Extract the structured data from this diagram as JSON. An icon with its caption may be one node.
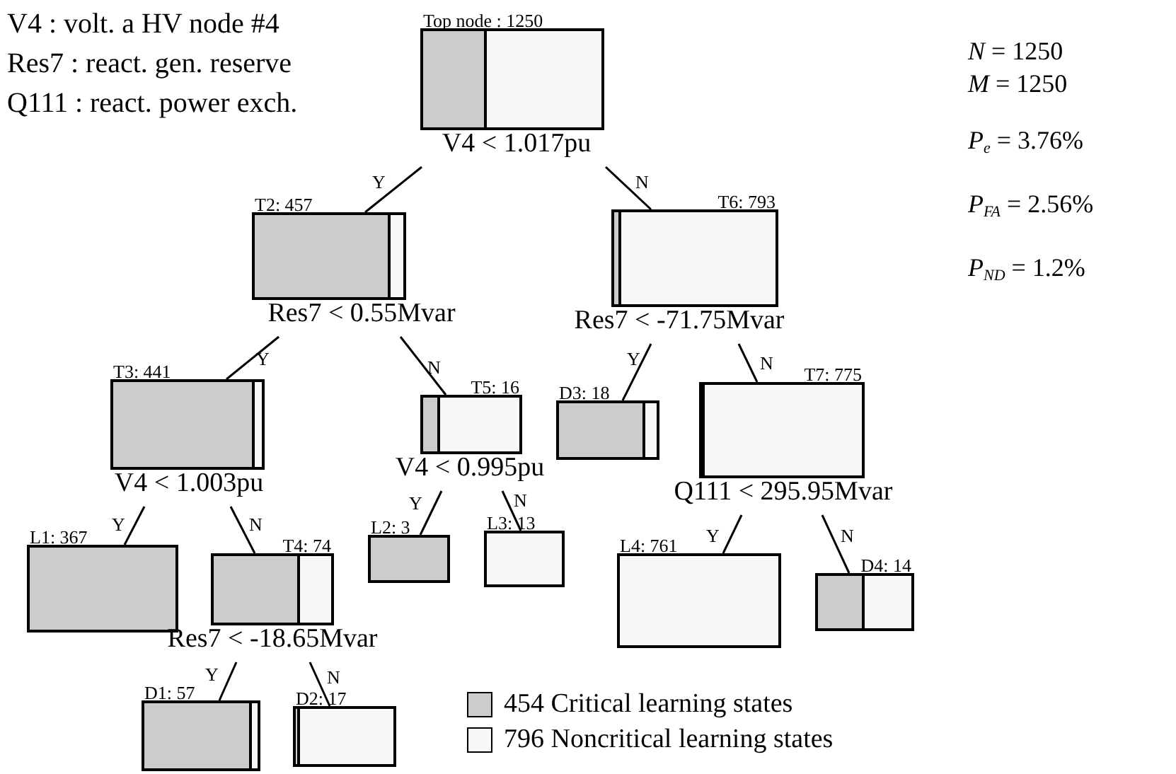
{
  "diagram": {
    "nodes": [
      {
        "text": [
          "Top node : 1250",
          "V4 < 1.017pu"
        ]
      },
      {
        "text": [
          "T2: 457",
          "Res7 < 0.55Mvar"
        ]
      },
      {
        "text": [
          "T6: 793",
          "Res7 < -71.75Mvar"
        ]
      },
      {
        "text": [
          "T3: 441",
          "V4 < 1.003pu"
        ]
      },
      {
        "text": [
          "T5: 16",
          "V4 < 0.995pu"
        ]
      },
      {
        "text": [
          "D3: 18"
        ]
      },
      {
        "text": [
          "T7: 775",
          "Q111 < 295.95Mvar"
        ]
      },
      {
        "text": [
          "L1: 367"
        ]
      },
      {
        "text": [
          "T4: 74",
          "Res7 < -18.65Mvar"
        ]
      },
      {
        "text": [
          "L2: 3"
        ]
      },
      {
        "text": [
          "L3: 13"
        ]
      },
      {
        "text": [
          "L4: 761"
        ]
      },
      {
        "text": [
          "D4: 14"
        ]
      },
      {
        "text": [
          "D1: 57"
        ]
      },
      {
        "text": [
          "D2: 17"
        ]
      }
    ],
    "edges": [
      {
        "from": 0,
        "to": 1,
        "arrow": "none",
        "label": "Y"
      },
      {
        "from": 0,
        "to": 2,
        "arrow": "none",
        "label": "N"
      },
      {
        "from": 1,
        "to": 3,
        "arrow": "none",
        "label": "Y"
      },
      {
        "from": 1,
        "to": 4,
        "arrow": "none",
        "label": "N"
      },
      {
        "from": 2,
        "to": 5,
        "arrow": "none",
        "label": "Y"
      },
      {
        "from": 2,
        "to": 6,
        "arrow": "none",
        "label": "N"
      },
      {
        "from": 3,
        "to": 7,
        "arrow": "none",
        "label": "Y"
      },
      {
        "from": 3,
        "to": 8,
        "arrow": "none",
        "label": "N"
      },
      {
        "from": 4,
        "to": 9,
        "arrow": "none",
        "label": "Y"
      },
      {
        "from": 4,
        "to": 10,
        "arrow": "none",
        "label": "N"
      },
      {
        "from": 6,
        "to": 11,
        "arrow": "none",
        "label": "Y"
      },
      {
        "from": 6,
        "to": 12,
        "arrow": "none",
        "label": "N"
      },
      {
        "from": 8,
        "to": 13,
        "arrow": "none",
        "label": "Y"
      },
      {
        "from": 8,
        "to": 14,
        "arrow": "none",
        "label": "N"
      }
    ],
    "labels": [
      "V4 : volt. a HV node #4",
      "Res7 : react. gen. reserve",
      "Q111 : react. power exch.",
      "*N* = 1250",
      "*M* = 1250",
      "*P*$_{e}$ = 3.76%",
      "*P*$_{FA}$ = 2.56%",
      "*P*$_{ND}$ = 1.2%"
    ],
    "legend": [
      {
        "text": "454 Critical learning states",
        "color": "#cccccc"
      },
      {
        "text": "796 Noncritical learning states",
        "color": "#f8f8f8"
      }
    ]
  }
}
